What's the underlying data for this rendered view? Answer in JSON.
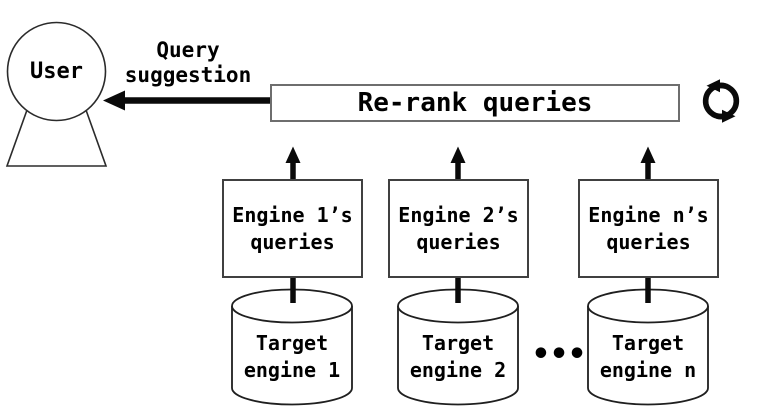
{
  "diagram": {
    "user": {
      "label": "User"
    },
    "arrow_label": "Query suggestion",
    "rerank": {
      "label": "Re-rank queries"
    },
    "columns": [
      {
        "queries_label": "Engine 1’s queries",
        "target_label": "Target engine 1"
      },
      {
        "queries_label": "Engine 2’s queries",
        "target_label": "Target engine 2"
      },
      {
        "queries_label": "Engine n’s queries",
        "target_label": "Target engine n"
      }
    ],
    "ellipsis": "•••",
    "icons": {
      "refresh": "refresh-cycle-icon",
      "user": "person-figure-icon"
    },
    "colors": {
      "background": "#ffffff",
      "text": "#000000",
      "rerank_border": "#6e6e6e",
      "engine_box_border": "#404040",
      "shape_outline": "#1f1f1f",
      "arrow": "#0a0a0a"
    }
  }
}
